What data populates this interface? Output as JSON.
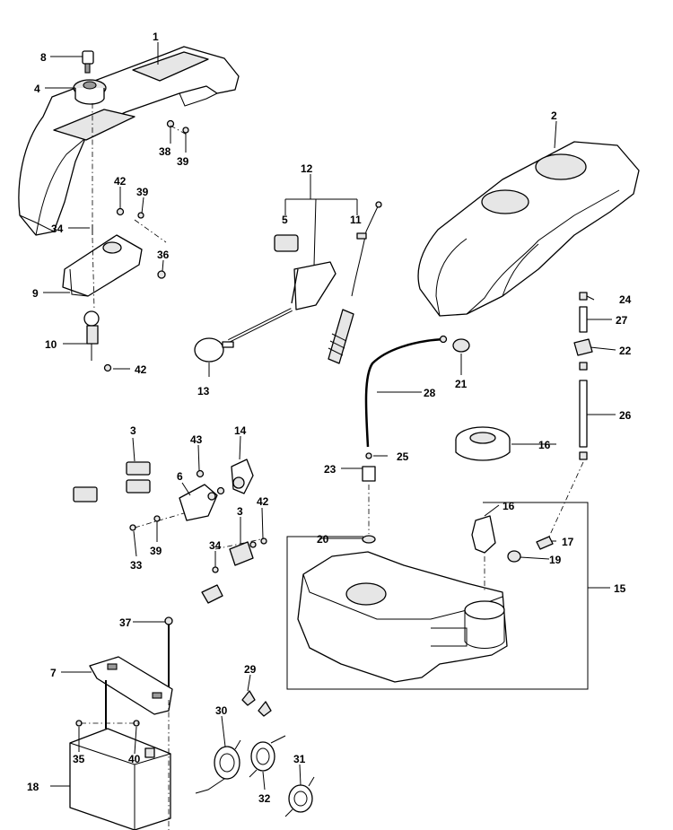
{
  "diagram": {
    "labels": [
      {
        "id": "1",
        "text": "1"
      },
      {
        "id": "2",
        "text": "2"
      },
      {
        "id": "3a",
        "text": "3"
      },
      {
        "id": "3b",
        "text": "3"
      },
      {
        "id": "4",
        "text": "4"
      },
      {
        "id": "5",
        "text": "5"
      },
      {
        "id": "6",
        "text": "6"
      },
      {
        "id": "7",
        "text": "7"
      },
      {
        "id": "8",
        "text": "8"
      },
      {
        "id": "9",
        "text": "9"
      },
      {
        "id": "10",
        "text": "10"
      },
      {
        "id": "11",
        "text": "11"
      },
      {
        "id": "12",
        "text": "12"
      },
      {
        "id": "13",
        "text": "13"
      },
      {
        "id": "14",
        "text": "14"
      },
      {
        "id": "15",
        "text": "15"
      },
      {
        "id": "16a",
        "text": "16"
      },
      {
        "id": "16b",
        "text": "16"
      },
      {
        "id": "17",
        "text": "17"
      },
      {
        "id": "18",
        "text": "18"
      },
      {
        "id": "19",
        "text": "19"
      },
      {
        "id": "20",
        "text": "20"
      },
      {
        "id": "21",
        "text": "21"
      },
      {
        "id": "22",
        "text": "22"
      },
      {
        "id": "23",
        "text": "23"
      },
      {
        "id": "24",
        "text": "24"
      },
      {
        "id": "25",
        "text": "25"
      },
      {
        "id": "26",
        "text": "26"
      },
      {
        "id": "27",
        "text": "27"
      },
      {
        "id": "28",
        "text": "28"
      },
      {
        "id": "29",
        "text": "29"
      },
      {
        "id": "30",
        "text": "30"
      },
      {
        "id": "31",
        "text": "31"
      },
      {
        "id": "32",
        "text": "32"
      },
      {
        "id": "33",
        "text": "33"
      },
      {
        "id": "34a",
        "text": "34"
      },
      {
        "id": "34b",
        "text": "34"
      },
      {
        "id": "35",
        "text": "35"
      },
      {
        "id": "36",
        "text": "36"
      },
      {
        "id": "37",
        "text": "37"
      },
      {
        "id": "38",
        "text": "38"
      },
      {
        "id": "39a",
        "text": "39"
      },
      {
        "id": "39b",
        "text": "39"
      },
      {
        "id": "39c",
        "text": "39"
      },
      {
        "id": "40",
        "text": "40"
      },
      {
        "id": "42a",
        "text": "42"
      },
      {
        "id": "42b",
        "text": "42"
      },
      {
        "id": "42c",
        "text": "42"
      },
      {
        "id": "43",
        "text": "43"
      }
    ]
  }
}
